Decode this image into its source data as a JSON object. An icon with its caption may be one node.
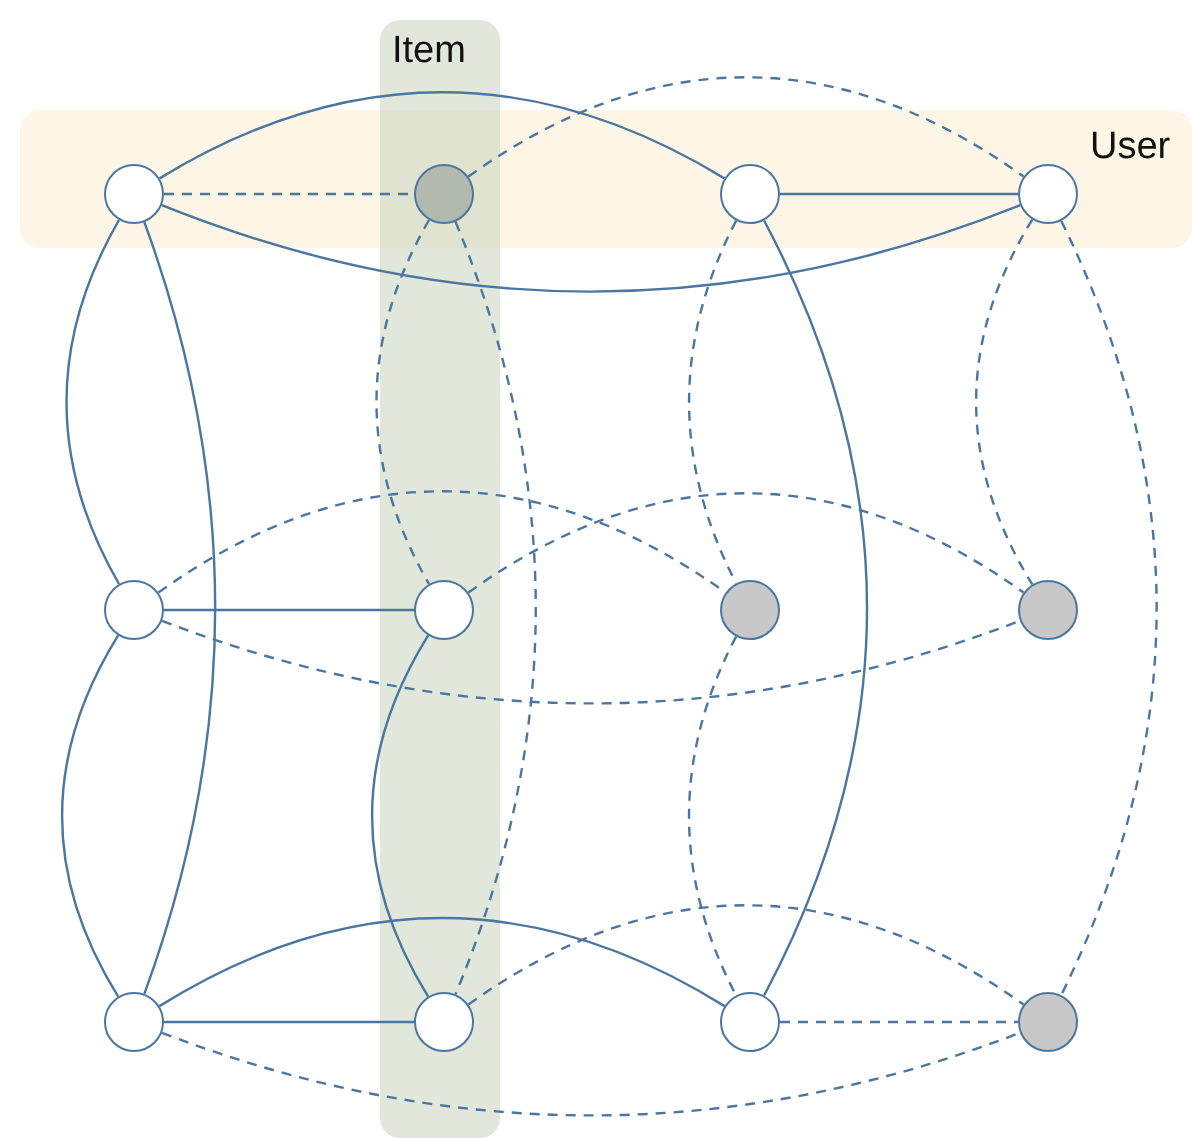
{
  "diagram": {
    "nodes": [
      {
        "text": [
          "User"
        ]
      },
      {
        "text": [
          "Item"
        ]
      },
      {
        "text": [],
        "shape": "circle",
        "in": 0
      },
      {
        "text": [],
        "shape": "circle"
      },
      {
        "text": [],
        "shape": "circle",
        "in": 0
      },
      {
        "text": [],
        "shape": "circle",
        "in": 0
      },
      {
        "text": [],
        "shape": "circle"
      },
      {
        "text": [],
        "shape": "circle",
        "in": 1
      },
      {
        "text": [],
        "shape": "circle"
      },
      {
        "text": [],
        "shape": "circle"
      },
      {
        "text": [],
        "shape": "circle"
      },
      {
        "text": [],
        "shape": "circle",
        "in": 1
      },
      {
        "text": [],
        "shape": "circle"
      },
      {
        "text": [],
        "shape": "circle"
      }
    ],
    "edges": [
      {
        "from": 2,
        "to": 3,
        "arrow": "none",
        "style": "dashed"
      },
      {
        "from": 2,
        "to": 4,
        "arrow": "none"
      },
      {
        "from": 2,
        "to": 5,
        "arrow": "none"
      },
      {
        "from": 3,
        "to": 5,
        "arrow": "none",
        "style": "dashed"
      },
      {
        "from": 4,
        "to": 5,
        "arrow": "none"
      },
      {
        "from": 2,
        "to": 6,
        "arrow": "none"
      },
      {
        "from": 2,
        "to": 10,
        "arrow": "none"
      },
      {
        "from": 6,
        "to": 10,
        "arrow": "none"
      },
      {
        "from": 3,
        "to": 7,
        "arrow": "none",
        "style": "dashed"
      },
      {
        "from": 3,
        "to": 11,
        "arrow": "none",
        "style": "dashed"
      },
      {
        "from": 7,
        "to": 11,
        "arrow": "none"
      },
      {
        "from": 4,
        "to": 8,
        "arrow": "none",
        "style": "dashed"
      },
      {
        "from": 4,
        "to": 12,
        "arrow": "none"
      },
      {
        "from": 8,
        "to": 12,
        "arrow": "none",
        "style": "dashed"
      },
      {
        "from": 5,
        "to": 9,
        "arrow": "none",
        "style": "dashed"
      },
      {
        "from": 5,
        "to": 13,
        "arrow": "none",
        "style": "dashed"
      },
      {
        "from": 6,
        "to": 7,
        "arrow": "none"
      },
      {
        "from": 6,
        "to": 8,
        "arrow": "none",
        "style": "dashed"
      },
      {
        "from": 6,
        "to": 9,
        "arrow": "none",
        "style": "dashed"
      },
      {
        "from": 7,
        "to": 9,
        "arrow": "none",
        "style": "dashed"
      },
      {
        "from": 10,
        "to": 11,
        "arrow": "none"
      },
      {
        "from": 10,
        "to": 12,
        "arrow": "none"
      },
      {
        "from": 10,
        "to": 13,
        "arrow": "none",
        "style": "dashed"
      },
      {
        "from": 11,
        "to": 13,
        "arrow": "none",
        "style": "dashed"
      },
      {
        "from": 12,
        "to": 13,
        "arrow": "none",
        "style": "dashed"
      }
    ]
  }
}
